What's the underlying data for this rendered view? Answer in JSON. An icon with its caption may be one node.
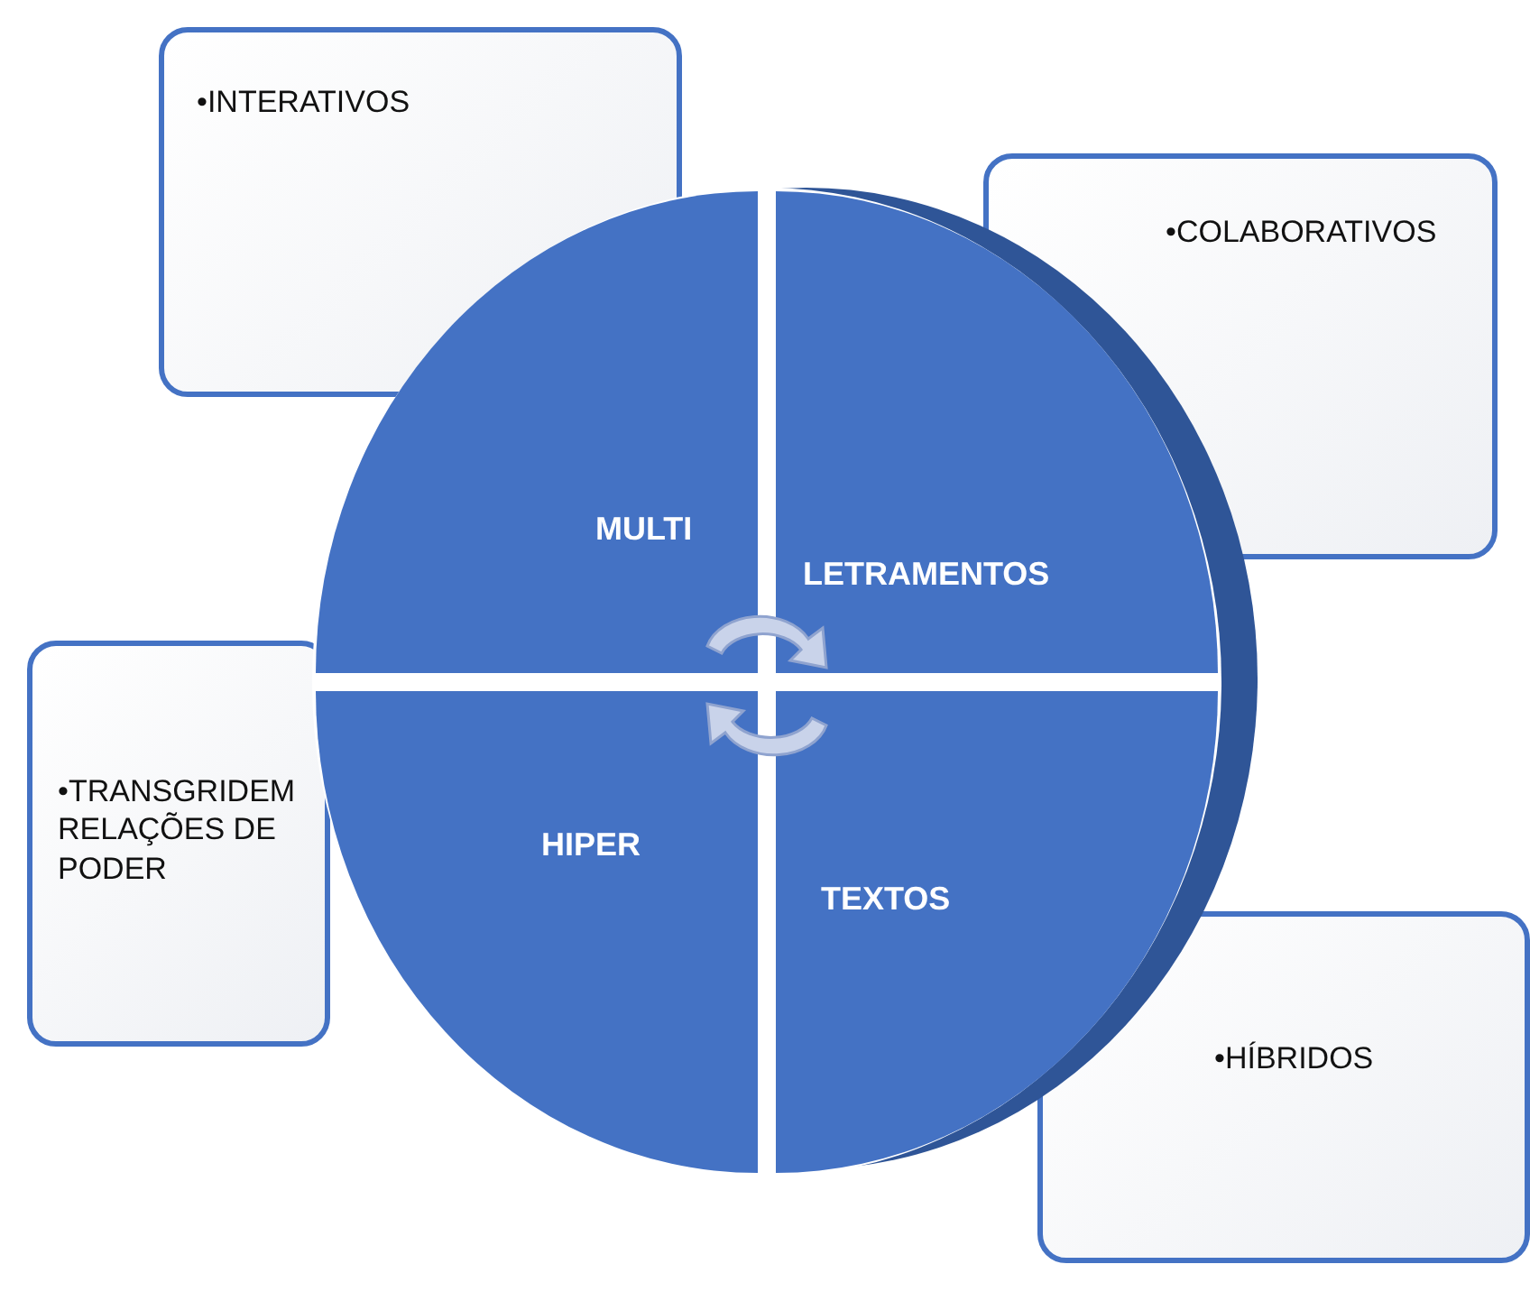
{
  "diagram": {
    "nodes": [
      {
        "text": [
          "•INTERATIVOS"
        ]
      },
      {
        "text": [
          "•COLABORATIVOS"
        ]
      },
      {
        "text": [
          "•TRANSGRIDEM RELAÇÕES DE PODER"
        ]
      },
      {
        "text": [
          "•HÍBRIDOS"
        ]
      },
      {
        "text": [
          "MULTI"
        ]
      },
      {
        "text": [
          "LETRAMENTOS"
        ]
      },
      {
        "text": [
          "HIPER"
        ]
      },
      {
        "text": [
          "TEXTOS"
        ]
      }
    ],
    "edges": []
  }
}
